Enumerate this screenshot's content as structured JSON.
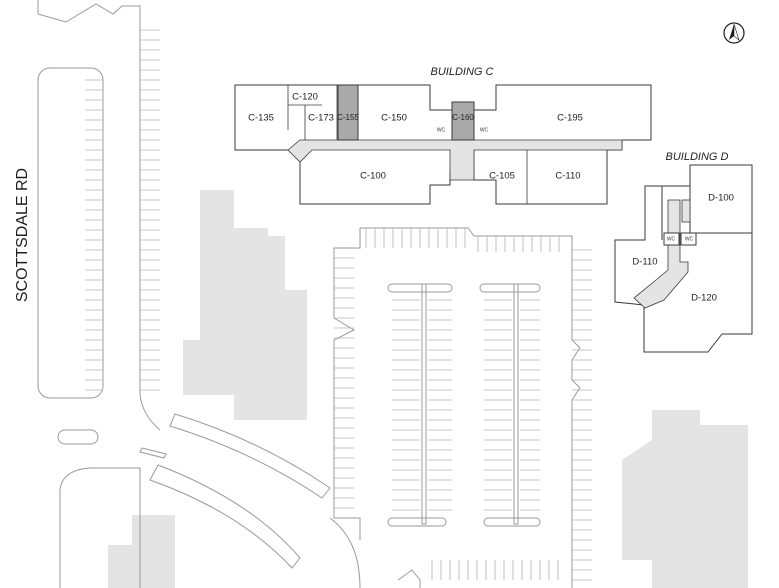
{
  "road_label": "SCOTTSDALE RD",
  "north_arrow": {
    "icon": "north-arrow-icon"
  },
  "building_c": {
    "title": "BUILDING C",
    "units": {
      "c135": "C-135",
      "c120": "C-120",
      "c173": "C-173",
      "c155": "C-155",
      "c150": "C-150",
      "c160": "C-160",
      "c195": "C-195",
      "c100": "C-100",
      "c105": "C-105",
      "c110": "C-110"
    },
    "restroom_label": "WC"
  },
  "building_d": {
    "title": "BUILDING D",
    "units": {
      "d100": "D-100",
      "d110": "D-110",
      "d120": "D-120"
    },
    "restroom_label": "WC"
  },
  "colors": {
    "outline": "#3a3a3a",
    "neighbor_building_fill": "#e4e4e4",
    "highlighted_unit_fill": "#a9a9a9",
    "parking_stripe": "#b0b0b0"
  }
}
